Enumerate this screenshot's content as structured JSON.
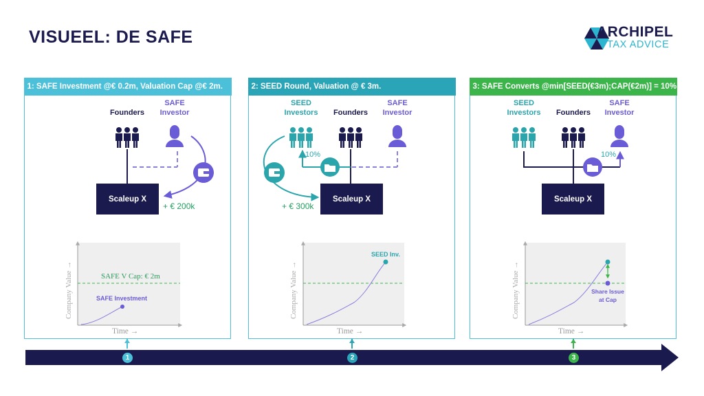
{
  "page": {
    "title": "VISUEEL: DE SAFE"
  },
  "logo": {
    "line1": "ARCHIPEL",
    "line2": "TAX ADVICE"
  },
  "colors": {
    "navy": "#1b1a4e",
    "teal": "#2aa5ac",
    "step1": "#4cc0d8",
    "step2": "#2aa5b8",
    "step3": "#3bb54a",
    "purple": "#6a5bd6",
    "green": "#23a060"
  },
  "panels": [
    {
      "header": "1: SAFE Investment @€ 0.2m, Valuation Cap @€ 2m.",
      "parties": {
        "founders": "Founders",
        "safe_investor": "SAFE\nInvestor"
      },
      "company": "Scaleup X",
      "amount": "+ € 200k",
      "chart": {
        "ylabel": "Company Value →",
        "xlabel": "Time →",
        "cap_label": "SAFE V Cap: € 2m",
        "point_label": "SAFE Investment"
      }
    },
    {
      "header": "2: SEED Round, Valuation @ € 3m.",
      "parties": {
        "seed_investors": "SEED\nInvestors",
        "founders": "Founders",
        "safe_investor": "SAFE\nInvestor"
      },
      "share": "10%",
      "company": "Scaleup X",
      "amount": "+ € 300k",
      "chart": {
        "ylabel": "Company Value →",
        "xlabel": "Time →",
        "point_label": "SEED Inv."
      }
    },
    {
      "header": "3: SAFE Converts @min[SEED(€3m);CAP(€2m)] = 10%",
      "parties": {
        "seed_investors": "SEED\nInvestors",
        "founders": "Founders",
        "safe_investor": "SAFE\nInvestor"
      },
      "share": "10%",
      "company": "Scaleup X",
      "chart": {
        "ylabel": "Company Value →",
        "xlabel": "Time →",
        "point_label": "Share Issue\nat Cap"
      }
    }
  ],
  "timeline": {
    "steps": [
      "1",
      "2",
      "3"
    ]
  }
}
